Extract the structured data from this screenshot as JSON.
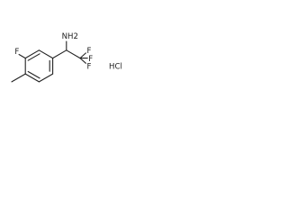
{
  "molecule": {
    "labels": {
      "amine": "NH2",
      "fluorine_trifluoromethyl_top": "F",
      "fluorine_trifluoromethyl_right": "F",
      "fluorine_trifluoromethyl_bottom": "F",
      "fluorine_ring": "F",
      "hydrochloride": "HCl"
    }
  },
  "colors": {
    "ink": "#222222",
    "background": "#ffffff"
  }
}
